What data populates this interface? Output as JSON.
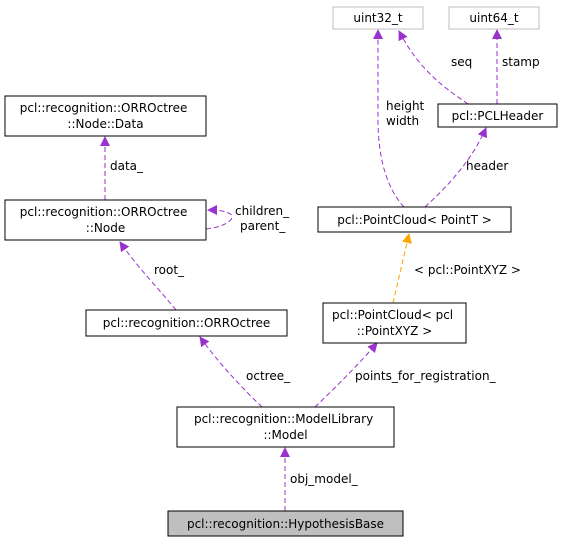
{
  "colors": {
    "usage_edge": "#9a32cd",
    "template_edge": "#ffa500",
    "focus_fill": "#bfbfbf",
    "external_border": "#bfbfbf"
  },
  "nodes": {
    "uint32": [
      "uint32_t"
    ],
    "uint64": [
      "uint64_t"
    ],
    "nodeData": [
      "pcl::recognition::ORROctree",
      "::Node::Data"
    ],
    "pclHeader": [
      "pcl::PCLHeader"
    ],
    "node": [
      "pcl::recognition::ORROctree",
      "::Node"
    ],
    "pointCloudT": [
      "pcl::PointCloud< PointT >"
    ],
    "octree": [
      "pcl::recognition::ORROctree"
    ],
    "pointCloudXYZ": [
      "pcl::PointCloud< pcl",
      "::PointXYZ >"
    ],
    "model": [
      "pcl::recognition::ModelLibrary",
      "::Model"
    ],
    "hypothesis": [
      "pcl::recognition::HypothesisBase"
    ]
  },
  "edges": {
    "seq": [
      "seq"
    ],
    "stamp": [
      "stamp"
    ],
    "height_width": [
      "height",
      "width"
    ],
    "data": [
      "data_"
    ],
    "header": [
      "header"
    ],
    "children_parent": [
      "children_",
      "parent_"
    ],
    "root": [
      "root_"
    ],
    "template_arg": [
      "< pcl::PointXYZ >"
    ],
    "octree": [
      "octree_"
    ],
    "points": [
      "points_for_registration_"
    ],
    "obj_model": [
      "obj_model_"
    ]
  }
}
